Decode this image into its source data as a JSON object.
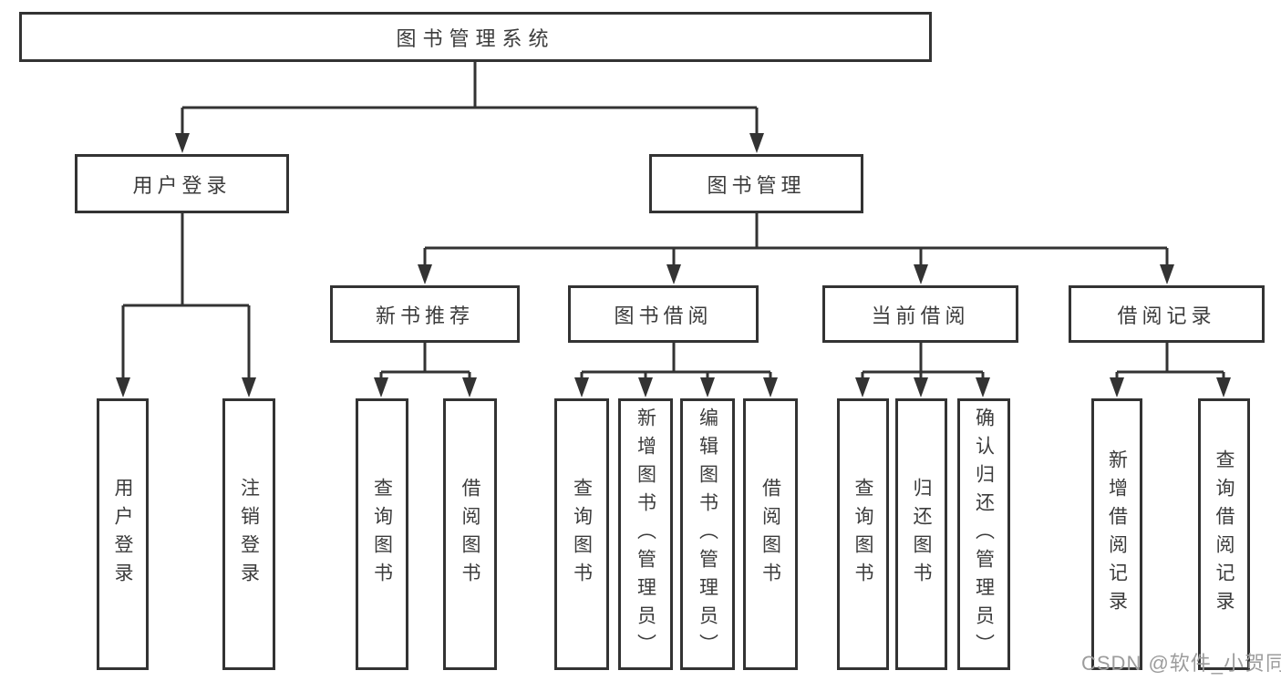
{
  "colors": {
    "line": "#333333",
    "box_border": "#333333",
    "text": "#3c3c3c",
    "watermark": "#9c9c9c",
    "background": "#ffffff"
  },
  "tree": {
    "root": {
      "label": "图书管理系统"
    },
    "user_login": {
      "label": "用户登录",
      "children": [
        {
          "label": "用户登录"
        },
        {
          "label": "注销登录"
        }
      ]
    },
    "book_mgmt": {
      "label": "图书管理",
      "sections": [
        {
          "label": "新书推荐",
          "children": [
            {
              "label": "查询图书"
            },
            {
              "label": "借阅图书"
            }
          ]
        },
        {
          "label": "图书借阅",
          "children": [
            {
              "label": "查询图书"
            },
            {
              "label": "新增图书（管理员）"
            },
            {
              "label": "编辑图书（管理员）"
            },
            {
              "label": "借阅图书"
            }
          ]
        },
        {
          "label": "当前借阅",
          "children": [
            {
              "label": "查询图书"
            },
            {
              "label": "归还图书"
            },
            {
              "label": "确认归还（管理员）"
            }
          ]
        },
        {
          "label": "借阅记录",
          "children": [
            {
              "label": "新增借阅记录"
            },
            {
              "label": "查询借阅记录"
            }
          ]
        }
      ]
    }
  },
  "watermark": {
    "text": "CSDN @软件_小贺同学"
  }
}
